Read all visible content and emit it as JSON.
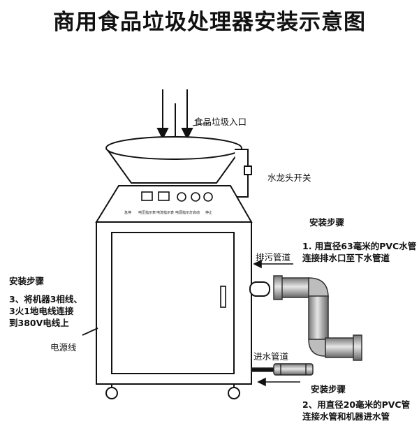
{
  "title": "商用食品垃圾处理器安装示意图",
  "labels": {
    "inlet": "食品垃圾入口",
    "faucet": "水龙头开关",
    "drain_pipe": "排污管道",
    "inlet_pipe": "进水管道",
    "power_cord": "电源线"
  },
  "panel": {
    "labels": [
      "急停",
      "电压指示表",
      "电流指示表",
      "电源指示灯",
      "启动",
      "停止"
    ]
  },
  "steps": {
    "right_top": {
      "heading": "安装步骤",
      "line1": "1. 用直径63毫米的PVC水管",
      "line2": "连接排水口至下水管道"
    },
    "left": {
      "heading": "安装步骤",
      "line1": "3、将机器3相线、",
      "line2": "3火1地电线连接",
      "line3": "到380V电线上"
    },
    "right_bottom": {
      "heading": "安装步骤",
      "line1": "2、用直径20毫米的PVC管",
      "line2": "连接水管和机器进水管"
    }
  }
}
